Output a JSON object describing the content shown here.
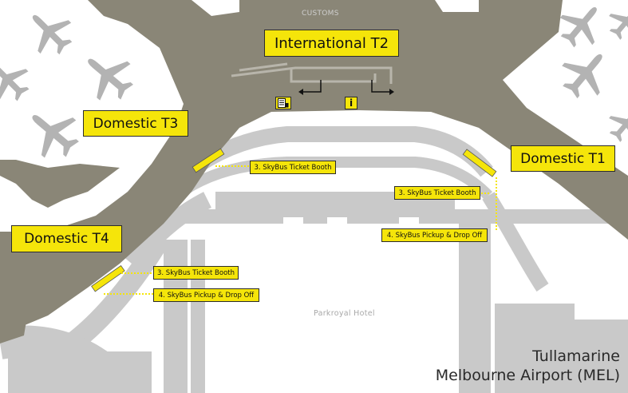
{
  "map": {
    "title_line1": "Tullamarine",
    "title_line2": "Melbourne Airport (MEL)",
    "customs_label": "CUSTOMS",
    "hotel_label": "Parkroyal Hotel",
    "colors": {
      "terminal": "#8a8677",
      "road": "#c9c9c9",
      "plane": "#b3b3b3",
      "label_bg": "#f5e50a",
      "dotted_line": "#f5e50a"
    },
    "icons": [
      "airplane-icon",
      "ticket-booth-icon",
      "information-icon",
      "arrow-left-icon",
      "arrow-right-icon"
    ]
  },
  "terminals": {
    "t1": "Domestic T1",
    "t2": "International T2",
    "t3": "Domestic T3",
    "t4": "Domestic T4"
  },
  "skybus": {
    "ticket_booth_t3": "3. SkyBus Ticket Booth",
    "ticket_booth_t1": "3. SkyBus Ticket Booth",
    "pickup_t1": "4. SkyBus Pickup & Drop Off",
    "ticket_booth_t4": "3. SkyBus Ticket Booth",
    "pickup_t4": "4. SkyBus Pickup & Drop Off"
  },
  "info_icon_text": "i"
}
